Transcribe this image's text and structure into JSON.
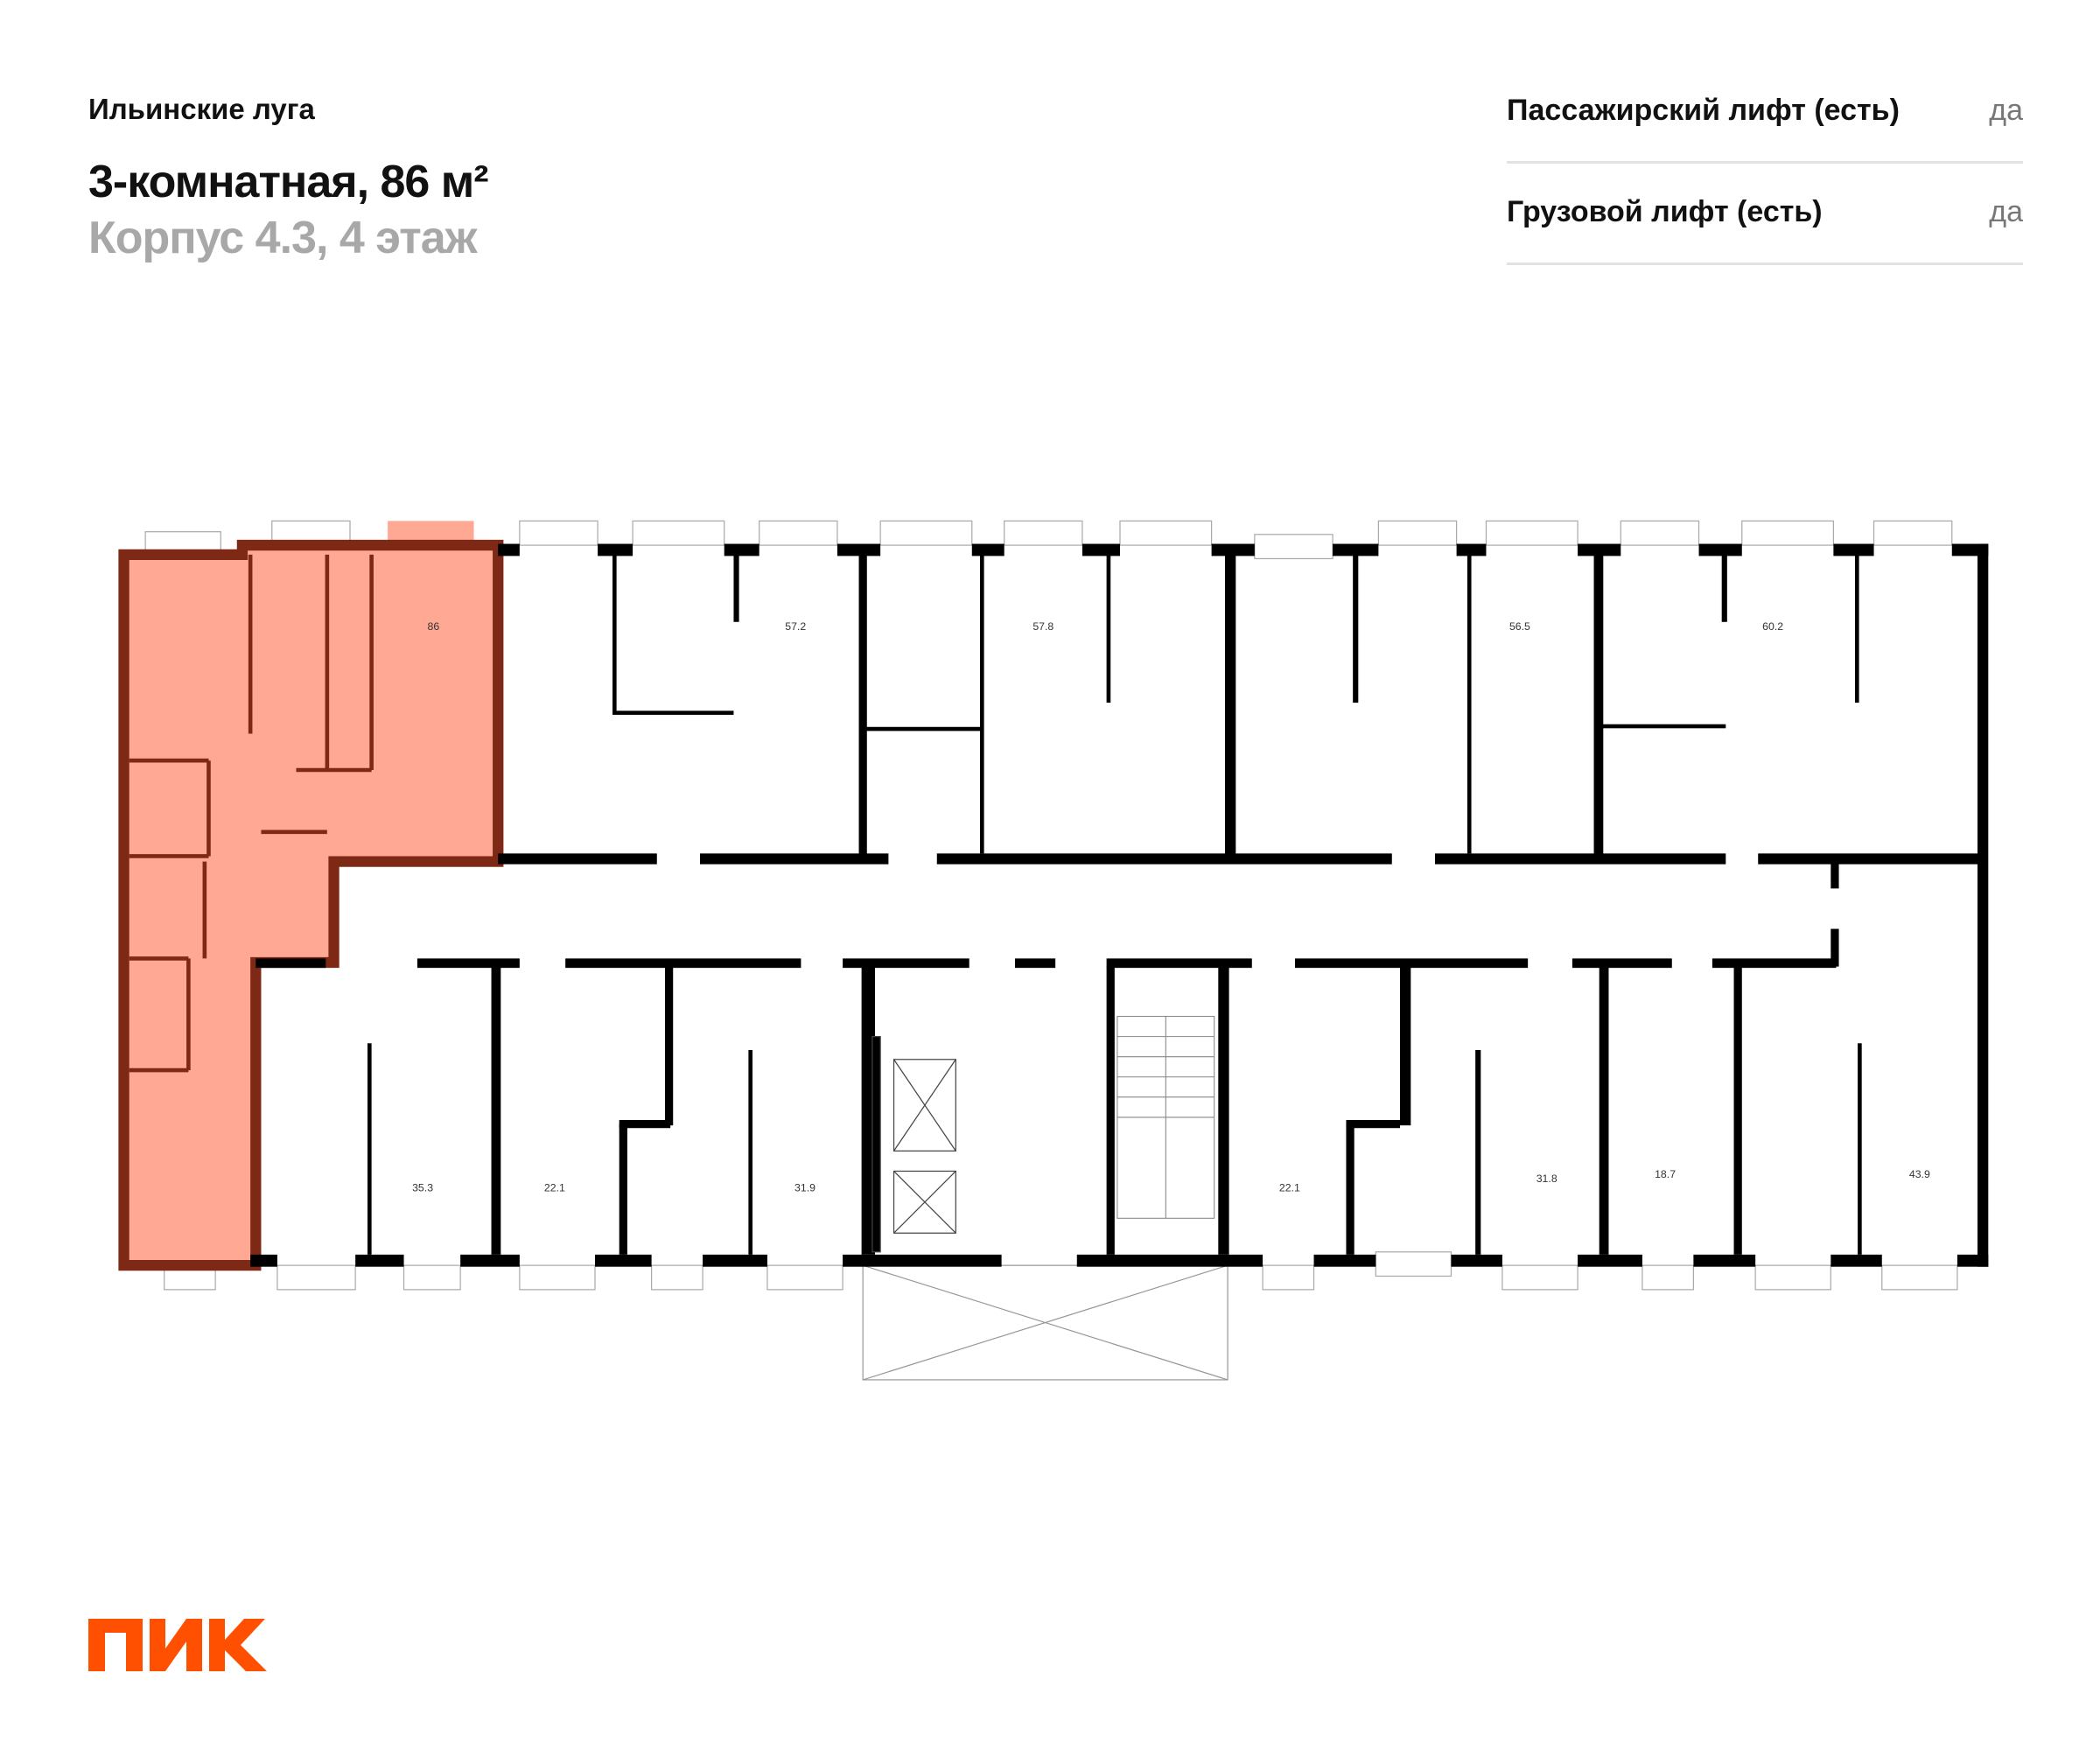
{
  "header": {
    "complex_name": "Ильинские луга",
    "title": "3-комнатная, 86 м²",
    "subtitle": "Корпус 4.3, 4 этаж"
  },
  "features": [
    {
      "label": "Пассажирский лифт (есть)",
      "value": "да"
    },
    {
      "label": "Грузовой лифт (есть)",
      "value": "да"
    }
  ],
  "floor_plan": {
    "selected_apartment": {
      "area": "86",
      "fill_color": "#FFA995",
      "wall_color": "#7E2816"
    },
    "apartments_top": [
      "57.2",
      "57.8",
      "56.5",
      "60.2"
    ],
    "apartments_bottom": [
      "35.3",
      "22.1",
      "31.9",
      "22.1",
      "31.8",
      "18.7",
      "43.9"
    ]
  },
  "logo": {
    "text": "ПИК",
    "color": "#FF4F00"
  }
}
